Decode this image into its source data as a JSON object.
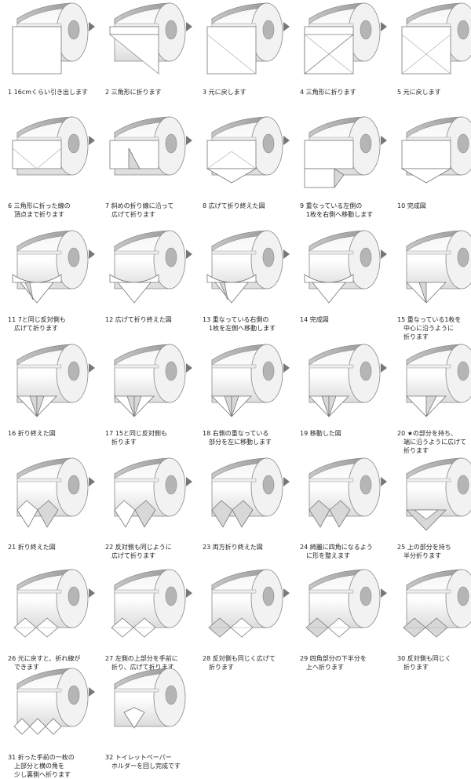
{
  "steps": [
    {
      "caption": "1 16cmくらい引き出します"
    },
    {
      "caption": "2 三角形に折ります"
    },
    {
      "caption": "3 元に戻します"
    },
    {
      "caption": "4 三角形に折ります"
    },
    {
      "caption": "5 元に戻します"
    },
    {
      "caption": "6 三角形に折った線の\n　頂点まで折ります"
    },
    {
      "caption": "7 斜めの折り線に沿って\n　広げて折ります"
    },
    {
      "caption": "8 広げて折り終えた図"
    },
    {
      "caption": "9 重なっている左側の\n　1枚を右側へ移動します"
    },
    {
      "caption": "10 完成図"
    },
    {
      "caption": "11 7と同じ反対側も\n　広げて折ります"
    },
    {
      "caption": "12 広げて折り終えた図"
    },
    {
      "caption": "13 重なっている右側の\n　1枚を左側へ移動します"
    },
    {
      "caption": "14 完成図"
    },
    {
      "caption": "15 重なっている1枚を\n　中心に沿うように\n　折ります"
    },
    {
      "caption": "16 折り終えた図"
    },
    {
      "caption": "17 15と同じ反対側も\n　折ります"
    },
    {
      "caption": "18 右側の重なっている\n　部分を左に移動します"
    },
    {
      "caption": "19 移動した図"
    },
    {
      "caption": "20 ★の部分を持ち、\n　端に沿うように広げて\n　折ります"
    },
    {
      "caption": "21 折り終えた図"
    },
    {
      "caption": "22 反対側も同じように\n　広げて折ります"
    },
    {
      "caption": "23 両方折り終えた図"
    },
    {
      "caption": "24 綺麗に四角になるよう\n　に形を整えます"
    },
    {
      "caption": "25 上の部分を持ち\n　半分折ります"
    },
    {
      "caption": "26 元に戻すと、折れ線が\n　できます"
    },
    {
      "caption": "27 左側の上部分を手前に\n　折り、広げて折ります"
    },
    {
      "caption": "28 反対側も同じく広げて\n　折ります"
    },
    {
      "caption": "29 四角部分の下半分を\n　上へ折ります"
    },
    {
      "caption": "30 反対側も同じく\n　折ります"
    },
    {
      "caption": "31 折った手前の一枚の\n　上部分と横の角を\n　少し裏側へ折ります"
    },
    {
      "caption": "32 トイレットペーパー\n　ホルダーを回し完成です"
    }
  ]
}
